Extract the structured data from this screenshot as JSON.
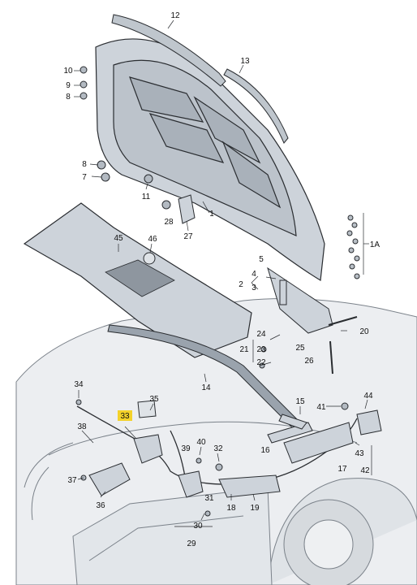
{
  "diagram": {
    "callouts": [
      {
        "id": "c12",
        "text": "12"
      },
      {
        "id": "c13",
        "text": "13"
      },
      {
        "id": "c10",
        "text": "10"
      },
      {
        "id": "c9",
        "text": "9"
      },
      {
        "id": "c8a",
        "text": "8"
      },
      {
        "id": "c8b",
        "text": "8"
      },
      {
        "id": "c7",
        "text": "7"
      },
      {
        "id": "c11",
        "text": "11"
      },
      {
        "id": "c28",
        "text": "28"
      },
      {
        "id": "c1",
        "text": "1"
      },
      {
        "id": "c27",
        "text": "27"
      },
      {
        "id": "c45",
        "text": "45"
      },
      {
        "id": "c46",
        "text": "46"
      },
      {
        "id": "c1A",
        "text": "1A"
      },
      {
        "id": "c5",
        "text": "5"
      },
      {
        "id": "c4",
        "text": "4"
      },
      {
        "id": "c2",
        "text": "2"
      },
      {
        "id": "c3",
        "text": "3"
      },
      {
        "id": "c20",
        "text": "20"
      },
      {
        "id": "c24",
        "text": "24"
      },
      {
        "id": "c21",
        "text": "21"
      },
      {
        "id": "c25",
        "text": "25"
      },
      {
        "id": "c23",
        "text": "23"
      },
      {
        "id": "c22",
        "text": "22"
      },
      {
        "id": "c26",
        "text": "26"
      },
      {
        "id": "c14",
        "text": "14"
      },
      {
        "id": "c34",
        "text": "34"
      },
      {
        "id": "c35",
        "text": "35"
      },
      {
        "id": "c15",
        "text": "15"
      },
      {
        "id": "c41",
        "text": "41"
      },
      {
        "id": "c44",
        "text": "44"
      },
      {
        "id": "c33",
        "text": "33",
        "highlight": true
      },
      {
        "id": "c38",
        "text": "38"
      },
      {
        "id": "c40",
        "text": "40"
      },
      {
        "id": "c39",
        "text": "39"
      },
      {
        "id": "c32",
        "text": "32"
      },
      {
        "id": "c16",
        "text": "16"
      },
      {
        "id": "c43",
        "text": "43"
      },
      {
        "id": "c17",
        "text": "17"
      },
      {
        "id": "c42",
        "text": "42"
      },
      {
        "id": "c37",
        "text": "37"
      },
      {
        "id": "c36",
        "text": "36"
      },
      {
        "id": "c31",
        "text": "31"
      },
      {
        "id": "c18",
        "text": "18"
      },
      {
        "id": "c19",
        "text": "19"
      },
      {
        "id": "c30",
        "text": "30"
      },
      {
        "id": "c29",
        "text": "29"
      }
    ],
    "colors": {
      "part": "#cdd3da",
      "part_dark": "#9aa3ad",
      "line": "#2a2d31",
      "car": "#e3e6ea",
      "highlight": "#f4d22a"
    }
  }
}
